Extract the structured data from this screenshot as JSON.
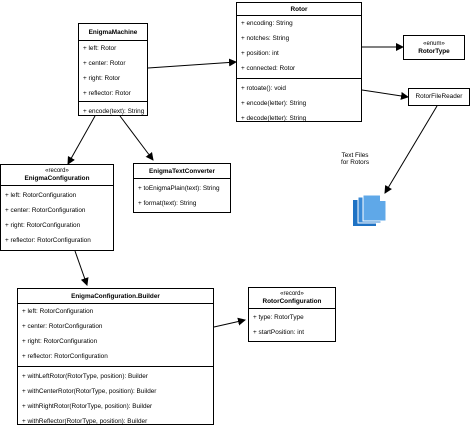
{
  "classes": {
    "enigma_machine": {
      "name": "EnigmaMachine",
      "attributes": [
        "+ left: Rotor",
        "+ center: Rotor",
        "+ right: Rotor",
        "+ reflector: Rotor"
      ],
      "methods": [
        "+ encode(text): String"
      ]
    },
    "rotor": {
      "name": "Rotor",
      "attributes": [
        "+ encoding: String",
        "+ notches: String",
        "+ position: int",
        "+ connected: Rotor"
      ],
      "methods": [
        "+ rotoate(): void",
        "+ encode(letter): String",
        "+ decode(letter): String"
      ]
    },
    "rotor_type": {
      "stereotype": "«enum»",
      "name": "RotorType"
    },
    "rotor_file_reader": {
      "name": "RotorFileReader"
    },
    "enigma_configuration": {
      "stereotype": "«record»",
      "name": "EnigmaConfiguration",
      "attributes": [
        "+ left: RotorConfiguration",
        "+ center: RotorConfiguration",
        "+ right: RotorConfiguration",
        "+ reflector: RotorConfiguration"
      ]
    },
    "enigma_text_converter": {
      "name": "EnigmaTextConverter",
      "methods": [
        "+ toEnigmaPlain(text): String",
        "+ format(text): String"
      ]
    },
    "builder": {
      "name": "EnigmaConfiguration.Builder",
      "attributes": [
        "+ left: RotorConfiguration",
        "+ center: RotorConfiguration",
        "+ right: RotorConfiguration",
        "+ reflector: RotorConfiguration"
      ],
      "methods": [
        "+ withLeftRotor(RotorType, position): Builder",
        "+ withCenterRotor(RotorType, position): Builder",
        "+ withRightRotor(RotorType, position): Builder",
        "+ withReflector(RotorType, position): Builder"
      ]
    },
    "rotor_configuration": {
      "stereotype": "«record»",
      "name": "RotorConfiguration",
      "attributes": [
        "+ type: RotorType",
        "+ startPosition: int"
      ]
    }
  },
  "text_files": {
    "line1": "Text Files",
    "line2": "for Rotors"
  },
  "colors": {
    "line": "#000000",
    "box": "#ffffff",
    "doc_icon": "#1e72c4",
    "doc_icon_light": "#5fa8e8"
  }
}
